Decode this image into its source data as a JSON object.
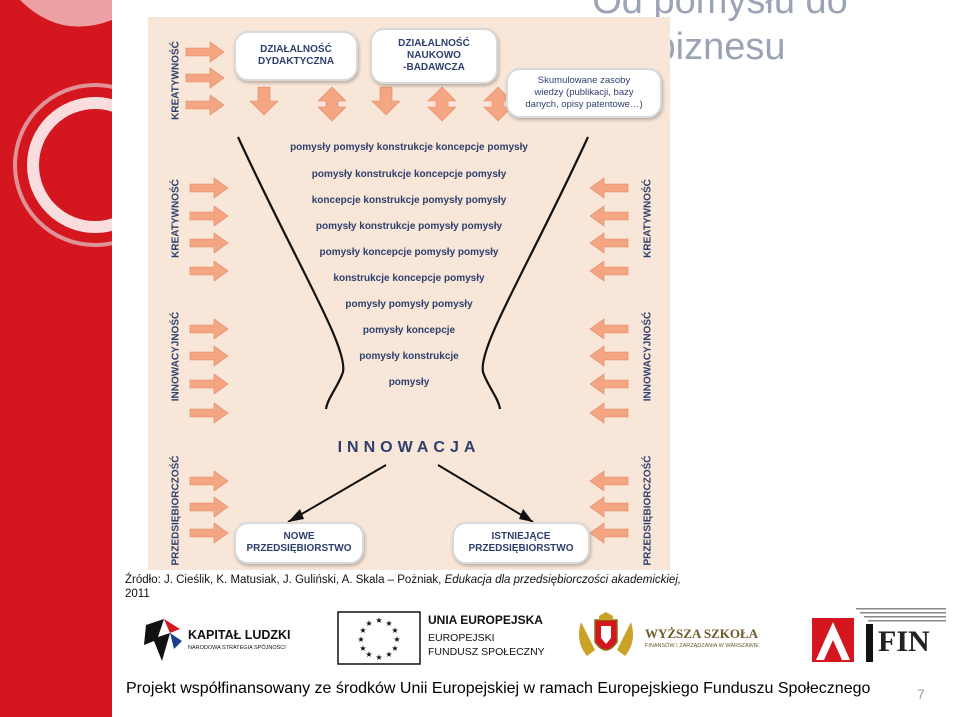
{
  "title": {
    "line1": "Od pomysłu do",
    "line2": "biznesu"
  },
  "diagram": {
    "top_boxes": [
      "DZIAŁALNOŚĆ\nDYDAKTYCZNA",
      "DZIAŁALNOŚĆ\nNAUKOWO\n-BADAWCZA",
      "Skumulowane zasoby\nwiedzy (publikacji, bazy\ndanych, opisy patentowe…)"
    ],
    "funnel_rows": [
      "pomysły pomysły konstrukcje koncepcje pomysły",
      "pomysły konstrukcje koncepcje pomysły",
      "koncepcje konstrukcje pomysły pomysły",
      "pomysły konstrukcje pomysły pomysły",
      "pomysły koncepcje pomysły pomysły",
      "konstrukcje koncepcje pomysły",
      "pomysły pomysły pomysły",
      "pomysły koncepcje",
      "pomysły konstrukcje",
      "pomysły"
    ],
    "center_label": "INNOWACJA",
    "bottom_boxes": [
      "NOWE\nPRZEDSIĘBIORSTWO",
      "ISTNIEJĄCE\nPRZEDSIĘBIORSTWO"
    ],
    "left_labels": [
      "KREATYWNOŚĆ",
      "KREATYWNOŚĆ",
      "INNOWACYJNOŚĆ",
      "PRZEDSIĘBIORCZOŚĆ"
    ],
    "right_labels": [
      "KREATYWNOŚĆ",
      "INNOWACYJNOŚĆ",
      "PRZEDSIĘBIORCZOŚĆ"
    ]
  },
  "source": {
    "prefix": "Źródło: J. Cieślik, K. Matusiak, J. Guliński, A. Skala – Pożniak, ",
    "italic": "Edukacja dla przedsiębiorczości akademickiej,",
    "year": "2011"
  },
  "logos": {
    "kapital": {
      "line1": "KAPITAŁ LUDZKI",
      "line2": "NARODOWA STRATEGIA SPÓJNOŚCI"
    },
    "ue": {
      "line1": "UNIA EUROPEJSKA",
      "line2": "EUROPEJSKI",
      "line3": "FUNDUSZ SPOŁECZNY"
    },
    "wyzsza": {
      "line1": "WYŻSZA SZKOŁA",
      "line2": "FINANSÓW I ZARZĄDZANIA W WARSZAWIE"
    },
    "aifin": {
      "text": "FIN"
    }
  },
  "footer": {
    "text": "Projekt współfinansowany ze środków Unii Europejskiej w ramach Europejskiego Funduszu Społecznego"
  },
  "page_number": "7",
  "colors": {
    "accent_red": "#d4161f",
    "diagram_bg": "#f8e6d8",
    "arrow": "#f4a582",
    "text_blue": "#2e3f6d",
    "title_gray": "#9ba3b6"
  }
}
